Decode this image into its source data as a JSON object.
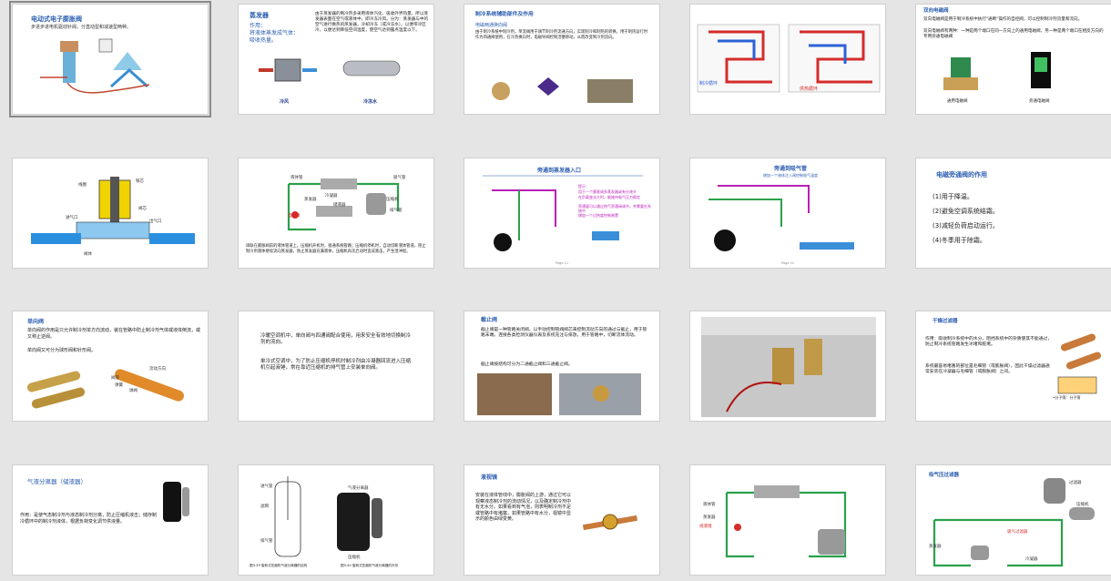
{
  "slides": [
    {
      "title": "电动式电子膨胀阀",
      "line": "步进步进电机驱动针阀，分直动型和减速型两种。"
    },
    {
      "title": "蒸发器",
      "p1": "作用：",
      "p2": "将液体蒸发成气体：",
      "p3": "吸收热量。",
      "body": "由于蒸发器的制冷剂多采用液体汽化、吸收外界热量，所以蒸发器表面在空气或液体中，即冷冻冷风。分为：蒸发器与中的空气进行换热的蒸发器，冷却冷冻（或冷冻水）。以便带冷区冷，以便达到降低空间温度，使空气达到露点温度以下。",
      "cap1": "冷风",
      "cap2": "冷冻水"
    },
    {
      "title": "制冷系统辅助部件及作用",
      "subtitle": "电磁两通换向阀",
      "body": "由于制冷系统中制冷剂，单流阀用于调节制冷剂流通方向，实现制冷和制热的转换，用于制热运行时作为四通阀使用，在冷热换向时，电磁导阀控制活塞移动，从而改变制冷剂流向。"
    },
    {
      "label_cool": "制冷循环",
      "label_heat": "供热循环"
    },
    {
      "title": "双向电磁阀",
      "body1": "双向电磁阀是用于制冷系统中执行\"通断\"操作的自控阀，可以控制制冷剂流量和流向。",
      "body2": "双向电磁阀有两种：一种是两个端口在同一方向上的通用电磁阀，另一种是两个端口在相反方向的专用旁通电磁阀",
      "cap1": "通用电磁阀",
      "cap2": "旁通电磁阀"
    },
    {
      "labels": [
        "线圈",
        "铁芯",
        "进气口",
        "出气口",
        "阀体",
        "阀芯"
      ]
    },
    {
      "labels": [
        "液体管",
        "吸气管",
        "冷凝器",
        "蒸发器",
        "压缩机",
        "储液器",
        "排气管",
        "电磁阀"
      ],
      "body": "串联在膨胀阀前的液体管道上。压缩机开机时，接通系统管路；压缩机停机时，自动切断液体管道，阻止制冷剂液体继续流向蒸发器，防止蒸发器充满液体，压缩机再次启动时造成液击，产生湿冲程。"
    },
    {
      "title": "旁通到蒸发器入口",
      "notes": [
        "提示：",
        "用于一个膨胀阀多蒸发器或有分液头",
        "在负载变化大时，能维持吸气压力稳定",
        "旁通量可以通过热气旁通阀调节，并需要在系统中",
        "增加一个过热度控制装置"
      ],
      "page": "Page 11"
    },
    {
      "title": "旁通到吸气管",
      "subtitle": "增加一个液体注入阀控制吸气温度",
      "page": "Page 12"
    },
    {
      "title": "电磁旁通阀的作用",
      "items": [
        "(1)用于降温。",
        "(2)避免空调系统结霜。",
        "(3)减轻负荷启动运行。",
        "(4)冬季用于除霜。"
      ]
    },
    {
      "title": "单向阀",
      "p1": "单向阀的作用是只允许制冷剂单方向流动，装在管路中防止制冷剂气体或液体倒流，或又称止逆阀。",
      "p2": "单向阀又可分为球形阀和针形阀。",
      "labels": [
        "流动方向",
        "阀座",
        "弹簧",
        "球阀"
      ]
    },
    {
      "p1": "冷暖空调机中，单向阀与四通阀配合使用，用来安全有效地切换制冷剂的流向。",
      "p2": "单冷式空调中，为了防止压缩机停机时制冷剂由冷凝器回流进入压缩机引起液锤，常在靠近压缩机的排气管上安装单向阀。"
    },
    {
      "title": "截止阀",
      "p1": "截止阀是一种管路关闭阀，以手动控制管阀阀芯来控制流动方向的通过与截止，用于管路末端，连接各类检测仪器仪表及系统充注与排放，用于管路中，切断流体流动。",
      "p2": "截止阀按结构可分为二通截止阀和三通截止阀。"
    },
    {},
    {
      "title": "干燥过滤器",
      "p1": "作用：吸收制冷系统中的水分，阻挡系统中的杂质使其不能通过，防止制冷系统管路发生冰堵和脏堵。",
      "p2": "系统最容易堵塞的部位是毛细管（或膨胀阀），因此干燥过滤器通常安装在冷凝器与毛细管（或膨胀阀）之间。",
      "cap": "•分子筛：分子筛"
    },
    {
      "title": "气液分离器（储液器）",
      "body": "作用：是使气态制冷剂与液态制冷剂分离，防止压缩机液击；储存制冷循环中的制冷剂液体，根据负荷变化调节供液量。"
    },
    {
      "labels": [
        "进气管",
        "滤网",
        "排气管",
        "气液分离器",
        "压缩机"
      ],
      "cap1": "图3-39 旋转式压缩机气液分离器的结构",
      "cap2": "图3-40 旋转式压缩机气液分离器的外形"
    },
    {
      "title": "液视镜",
      "body": "安装在液体管线中，膨胀阀的上游，通过它可以观察液态制冷剂的流动情况，以及确定制冷剂中有无水分。如果看到有气泡，则表明制冷剂不足或管路中有堵塞，如果管路中有水分，视镜中显示的颜色由绿变黄。"
    },
    {
      "labels": [
        "液体管",
        "蒸发器",
        "视液镜"
      ]
    },
    {
      "title": "吸气压过滤器",
      "labels": [
        "过滤器",
        "压缩机",
        "吸气过滤器",
        "蒸发器",
        "冷凝器"
      ]
    }
  ]
}
